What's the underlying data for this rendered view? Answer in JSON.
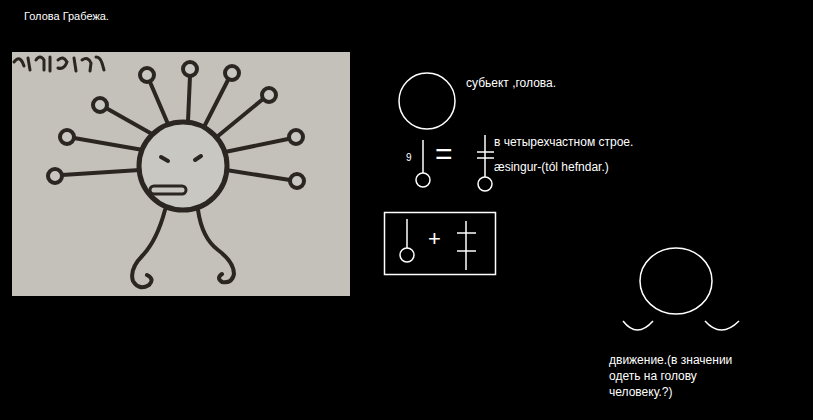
{
  "diagram": {
    "title": "Голова Грабежа.",
    "labels": [
      "субьект ,голова.",
      "9",
      "=",
      "в четырехчастном строе.",
      "æsingur-(tól hefndar.)",
      "+",
      "движение.(в значении одеть на голову человеку.?)"
    ]
  }
}
